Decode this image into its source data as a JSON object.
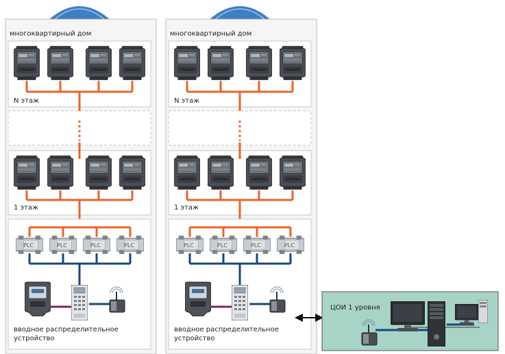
{
  "buildings": [
    {
      "title": "многоквартирный дом",
      "top_floor_label": "N этаж",
      "first_floor_label": "1 этаж",
      "device_label_line1": "вводное распределительное",
      "device_label_line2": "устройство",
      "plc_label": "PLC"
    },
    {
      "title": "многоквартирный дом",
      "top_floor_label": "N этаж",
      "first_floor_label": "1 этаж",
      "device_label_line1": "вводное распределительное",
      "device_label_line2": "устройство",
      "plc_label": "PLC"
    }
  ],
  "center": {
    "label": "ЦОИ 1 уровня"
  },
  "colors": {
    "power_line": "#e8632b",
    "data_line": "#17467e",
    "link_line": "#7a2a5a",
    "dome": "#3f7fc4",
    "center_bg": "#a7d4c7",
    "building_bg": "#f5f5f5"
  },
  "icons": [
    "electricity-meter-icon",
    "plc-modem-icon",
    "mains-meter-icon",
    "controller-icon",
    "radio-modem-icon",
    "monitor-icon",
    "server-tower-icon"
  ]
}
